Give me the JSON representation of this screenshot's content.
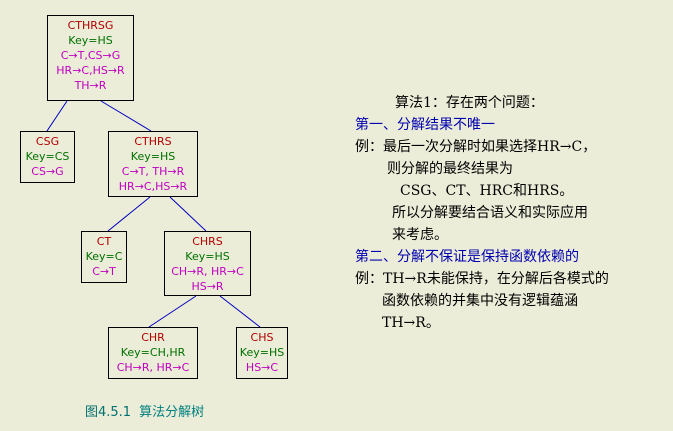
{
  "diagram": {
    "nodes": {
      "root": {
        "name": "CTHRSG",
        "key": "Key=HS",
        "fds": [
          "C→T,CS→G",
          "HR→C,HS→R",
          "TH→R"
        ]
      },
      "csg": {
        "name": "CSG",
        "key": "Key=CS",
        "fds": [
          "CS→G"
        ]
      },
      "cthrs": {
        "name": "CTHRS",
        "key": "Key=HS",
        "fds": [
          "C→T, TH→R",
          "HR→C,HS→R"
        ]
      },
      "ct": {
        "name": "CT",
        "key": "Key=C",
        "fds": [
          "C→T"
        ]
      },
      "chrs": {
        "name": "CHRS",
        "key": "Key=HS",
        "fds": [
          "CH→R, HR→C",
          "HS→R"
        ]
      },
      "chr": {
        "name": "CHR",
        "key": "Key=CH,HR",
        "fds": [
          "CH→R, HR→C"
        ]
      },
      "chs": {
        "name": "CHS",
        "key": "Key=HS",
        "fds": [
          "HS→C"
        ]
      }
    },
    "caption": {
      "number": "图4.5.1",
      "text": "算法分解树"
    }
  },
  "explanation": {
    "lines": [
      {
        "text": "算法1：存在两个问题：",
        "color": "black"
      },
      {
        "text": "第一、分解结果不唯一",
        "color": "blue"
      },
      {
        "prefix": "例：",
        "text": "最后一次分解时如果选择HR→C，",
        "color": "black"
      },
      {
        "text": "则分解的最终结果为",
        "color": "black"
      },
      {
        "text": "CSG、CT、HRC和HRS。",
        "color": "black"
      },
      {
        "text": "所以分解要结合语义和实际应用",
        "color": "black"
      },
      {
        "text": "来考虑。",
        "color": "black"
      },
      {
        "text": "第二、分解不保证是保持函数依赖的",
        "color": "blue"
      },
      {
        "prefix": "例：",
        "text": "TH→R未能保持，在分解后各模式的",
        "color": "black"
      },
      {
        "text": "函数依赖的并集中没有逻辑蕴涵",
        "color": "black"
      },
      {
        "text": "TH→R。",
        "color": "black"
      }
    ]
  }
}
